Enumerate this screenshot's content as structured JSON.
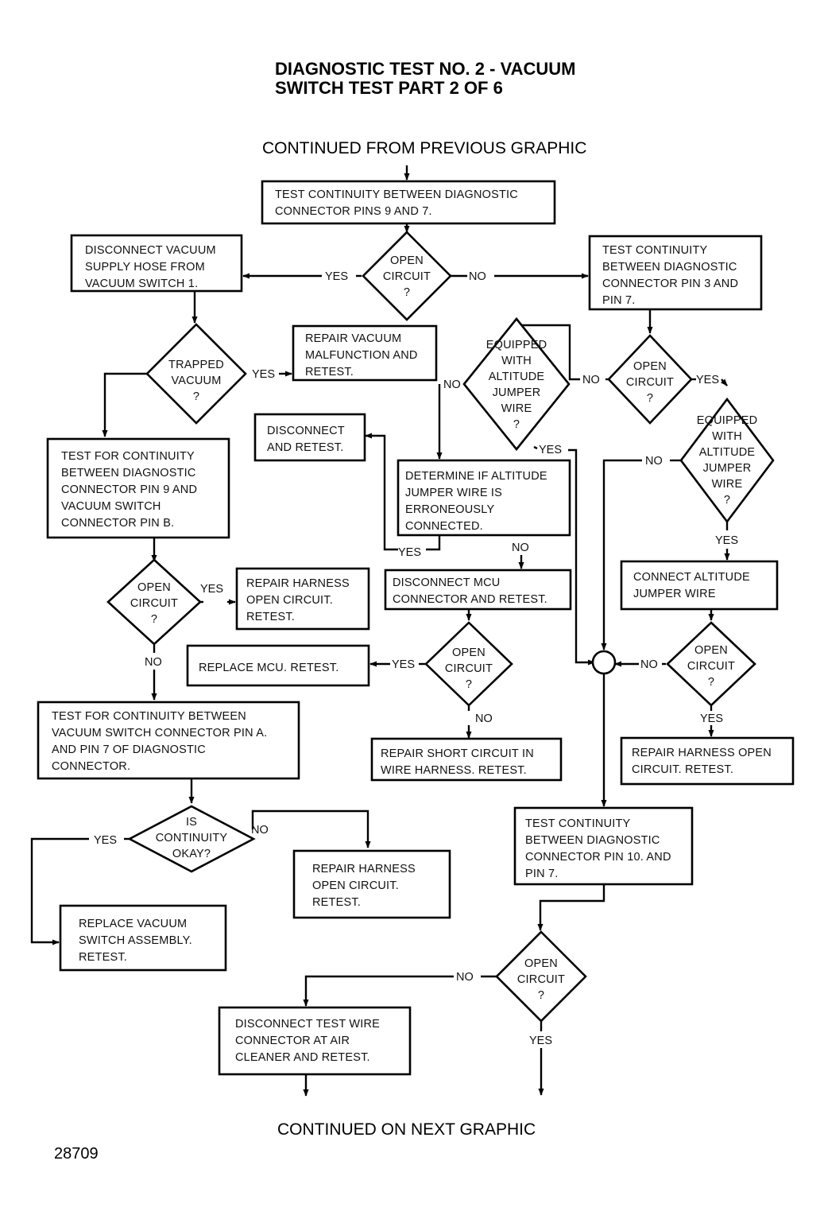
{
  "title": {
    "line1": "DIAGNOSTIC TEST NO. 2 - VACUUM",
    "line2": "SWITCH TEST PART 2 OF 6"
  },
  "continued_from": "CONTINUED FROM PREVIOUS GRAPHIC",
  "continued_on": "CONTINUED ON NEXT GRAPHIC",
  "figure_number": "28709",
  "nodes": {
    "test_pins_9_7": [
      "TEST CONTINUITY BETWEEN DIAGNOSTIC",
      "CONNECTOR PINS 9 AND 7."
    ],
    "open_circuit_1": [
      "OPEN",
      "CIRCUIT",
      "?"
    ],
    "disconnect_vacuum_hose": [
      "DISCONNECT VACUUM",
      "SUPPLY HOSE FROM",
      "VACUUM SWITCH 1."
    ],
    "test_pin_3_7": [
      "TEST CONTINUITY",
      "BETWEEN DIAGNOSTIC",
      "CONNECTOR PIN 3 AND",
      "PIN 7."
    ],
    "trapped_vacuum": [
      "TRAPPED",
      "VACUUM",
      "?"
    ],
    "repair_vacuum_malfunction": [
      "REPAIR VACUUM",
      "MALFUNCTION AND",
      "RETEST."
    ],
    "equipped_altitude_1": [
      "EQUIPPED",
      "WITH",
      "ALTITUDE",
      "JUMPER",
      "WIRE",
      "?"
    ],
    "open_circuit_2": [
      "OPEN",
      "CIRCUIT",
      "?"
    ],
    "disconnect_retest": [
      "DISCONNECT",
      "AND RETEST."
    ],
    "test_pin_9_b": [
      "TEST FOR CONTINUITY",
      "BETWEEN DIAGNOSTIC",
      "CONNECTOR PIN 9 AND",
      "VACUUM SWITCH",
      "CONNECTOR PIN B."
    ],
    "determine_altitude_jumper": [
      "DETERMINE IF ALTITUDE",
      "JUMPER WIRE IS",
      "ERRONEOUSLY",
      "CONNECTED."
    ],
    "equipped_altitude_2": [
      "EQUIPPED",
      "WITH",
      "ALTITUDE",
      "JUMPER",
      "WIRE",
      "?"
    ],
    "open_circuit_3": [
      "OPEN",
      "CIRCUIT",
      "?"
    ],
    "repair_harness_1": [
      "REPAIR HARNESS",
      "OPEN CIRCUIT.",
      "RETEST."
    ],
    "disconnect_mcu": [
      "DISCONNECT MCU",
      "CONNECTOR AND RETEST."
    ],
    "connect_altitude_jumper": [
      "CONNECT ALTITUDE",
      "JUMPER WIRE"
    ],
    "replace_mcu": [
      "REPLACE MCU. RETEST."
    ],
    "open_circuit_4": [
      "OPEN",
      "CIRCUIT",
      "?"
    ],
    "open_circuit_5": [
      "OPEN",
      "CIRCUIT",
      "?"
    ],
    "test_pin_a_7": [
      "TEST FOR CONTINUITY BETWEEN",
      "VACUUM SWITCH CONNECTOR PIN A.",
      "AND PIN 7 OF DIAGNOSTIC",
      "CONNECTOR."
    ],
    "repair_short_circuit": [
      "REPAIR SHORT CIRCUIT IN",
      "WIRE HARNESS. RETEST."
    ],
    "repair_harness_open_2": [
      "REPAIR HARNESS OPEN",
      "CIRCUIT. RETEST."
    ],
    "is_continuity_okay": [
      "IS",
      "CONTINUITY",
      "OKAY?"
    ],
    "test_pin_10_7": [
      "TEST CONTINUITY",
      "BETWEEN DIAGNOSTIC",
      "CONNECTOR PIN 10. AND",
      "PIN 7."
    ],
    "repair_harness_3": [
      "REPAIR HARNESS",
      "OPEN CIRCUIT.",
      "RETEST."
    ],
    "replace_vacuum_switch": [
      "REPLACE VACUUM",
      "SWITCH ASSEMBLY.",
      "RETEST."
    ],
    "open_circuit_6": [
      "OPEN",
      "CIRCUIT",
      "?"
    ],
    "disconnect_test_wire": [
      "DISCONNECT TEST WIRE",
      "CONNECTOR AT AIR",
      "CLEANER AND RETEST."
    ]
  },
  "labels": {
    "yes": "YES",
    "no": "NO"
  }
}
